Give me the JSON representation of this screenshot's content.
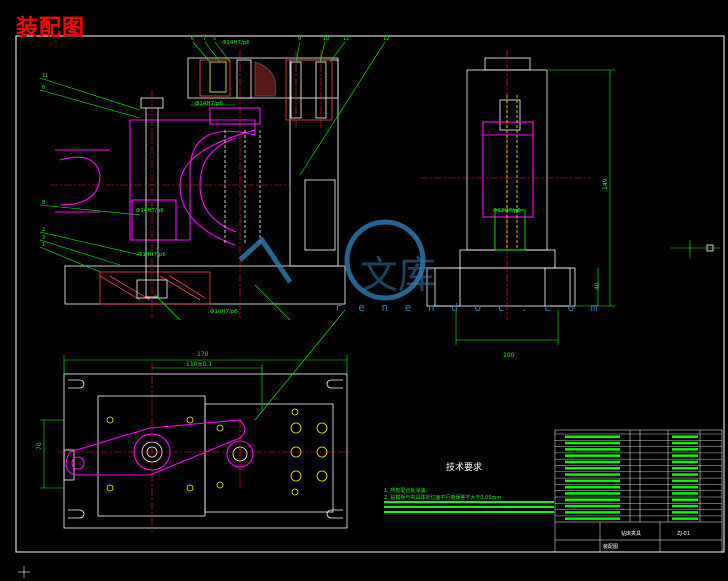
{
  "title": "装配图",
  "colors": {
    "background": "#000000",
    "outline": "#ffffff",
    "dimension": "#00ff00",
    "part": "#ff00ff",
    "title": "#ff0000",
    "hatch": "#ff4040",
    "hole": "#ffff00",
    "watermark": "#2f7fb4",
    "center": "#ff2020"
  },
  "dimensions": {
    "width_plan": "170",
    "hole_spacing": "110±0.1",
    "height_plan": "70",
    "side_width": "100",
    "side_height": "149",
    "base_height": "40"
  },
  "fits": {
    "fit_top": "Φ14H7/p6",
    "fit_mid_left": "Φ14H7/p6",
    "fit_mid_right": "Φ14H7/p6",
    "fit_lower_left": "Φ14H7/p6",
    "fit_bottom": "Φ10H7/p6",
    "fit_side": "Φ12H7/p6"
  },
  "tech_requirements": {
    "title": "技术要求",
    "lines": [
      "1. 所有配合处涂油。",
      "2. 钻模板与夹具体定位面平行度误差不大于0.05mm"
    ]
  },
  "titleblock": {
    "name": "钻床夹具",
    "drawing_type": "装配图",
    "code": "ZJ-01"
  },
  "watermark": {
    "cn": "文库",
    "url": "r e n e n d o c . c o m"
  },
  "icons": [
    "pin-icon",
    "cursor-icon"
  ]
}
